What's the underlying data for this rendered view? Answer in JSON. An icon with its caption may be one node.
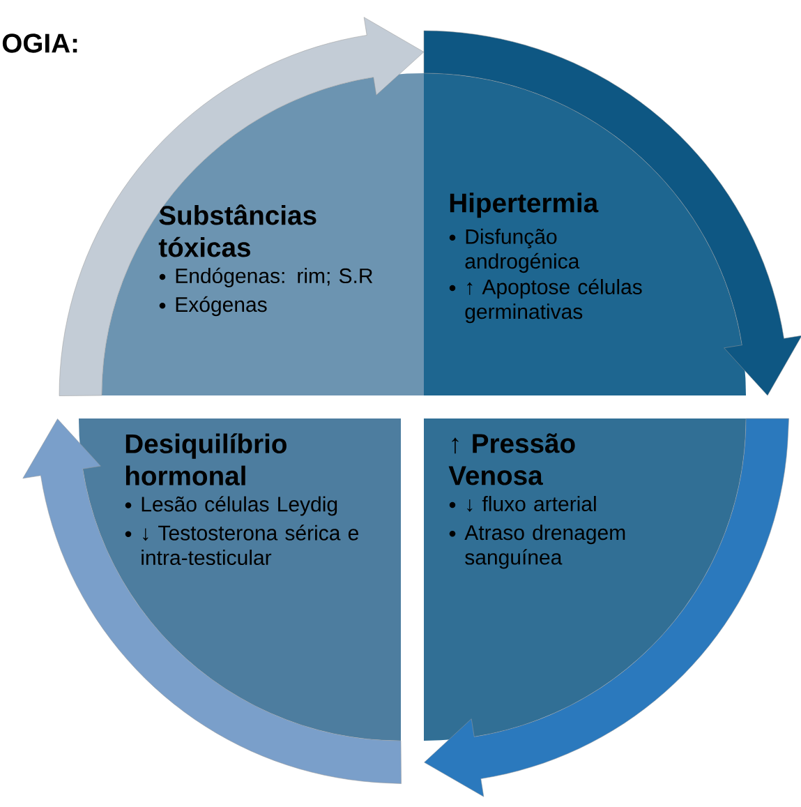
{
  "diagram": {
    "title": "OGIA:",
    "nodes": [
      {
        "text": [
          "Substâncias tóxicas",
          "Endógenas: rim; S.R",
          "Exógenas"
        ]
      },
      {
        "text": [
          "Hipertermia",
          "Disfunção androgénica",
          "↑ Apoptose células germinativas"
        ]
      },
      {
        "text": [
          "Desiquilíbrio hormonal",
          "Lesão células Leydig",
          "↓ Testosterona sérica e intra-testicular"
        ]
      },
      {
        "text": [
          "↑ Pressão Venosa",
          "↓ fluxo arterial",
          "Atraso drenagem sanguínea"
        ]
      }
    ],
    "edges": [
      {
        "from": 0,
        "to": 1,
        "arrow": "to",
        "color": "#c3ccd6"
      },
      {
        "from": 1,
        "to": 3,
        "arrow": "to",
        "color": "#0e5783"
      },
      {
        "from": 3,
        "to": 2,
        "arrow": "to",
        "color": "#2b79bd"
      },
      {
        "from": 2,
        "to": 0,
        "arrow": "to",
        "color": "#7a9fca"
      }
    ]
  }
}
